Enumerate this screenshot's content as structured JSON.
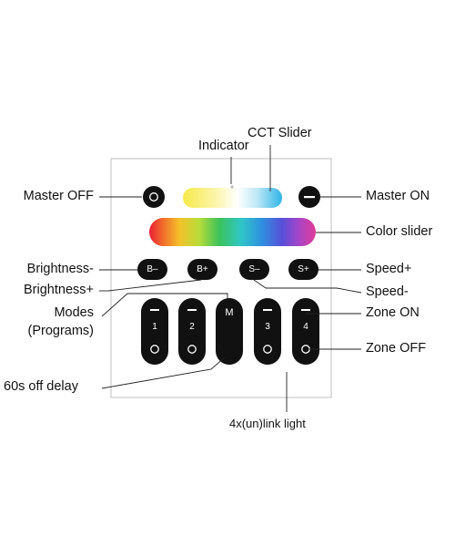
{
  "labels": {
    "cct_slider": "CCT Slider",
    "indicator": "Indicator",
    "master_off": "Master OFF",
    "master_on": "Master ON",
    "color_slider": "Color slider",
    "brightness_minus": "Brightness-",
    "brightness_plus": "Brightness+",
    "speed_plus": "Speed+",
    "speed_minus": "Speed-",
    "modes": "Modes",
    "programs": "(Programs)",
    "zone_on": "Zone ON",
    "zone_off": "Zone OFF",
    "off_delay": "60s off delay",
    "link_light": "4x(un)link light"
  },
  "buttons": {
    "b_minus": "B–",
    "b_plus": "B+",
    "s_minus": "S–",
    "s_plus": "S+",
    "zone_1": "1",
    "zone_2": "2",
    "zone_3": "3",
    "zone_4": "4",
    "mode": "M"
  },
  "icons": {
    "master_off": "circle-outline-icon",
    "master_on": "minus-icon",
    "zone_off": "circle-outline-icon",
    "zone_on": "minus-icon",
    "delay": "crescent-moon-icon"
  }
}
